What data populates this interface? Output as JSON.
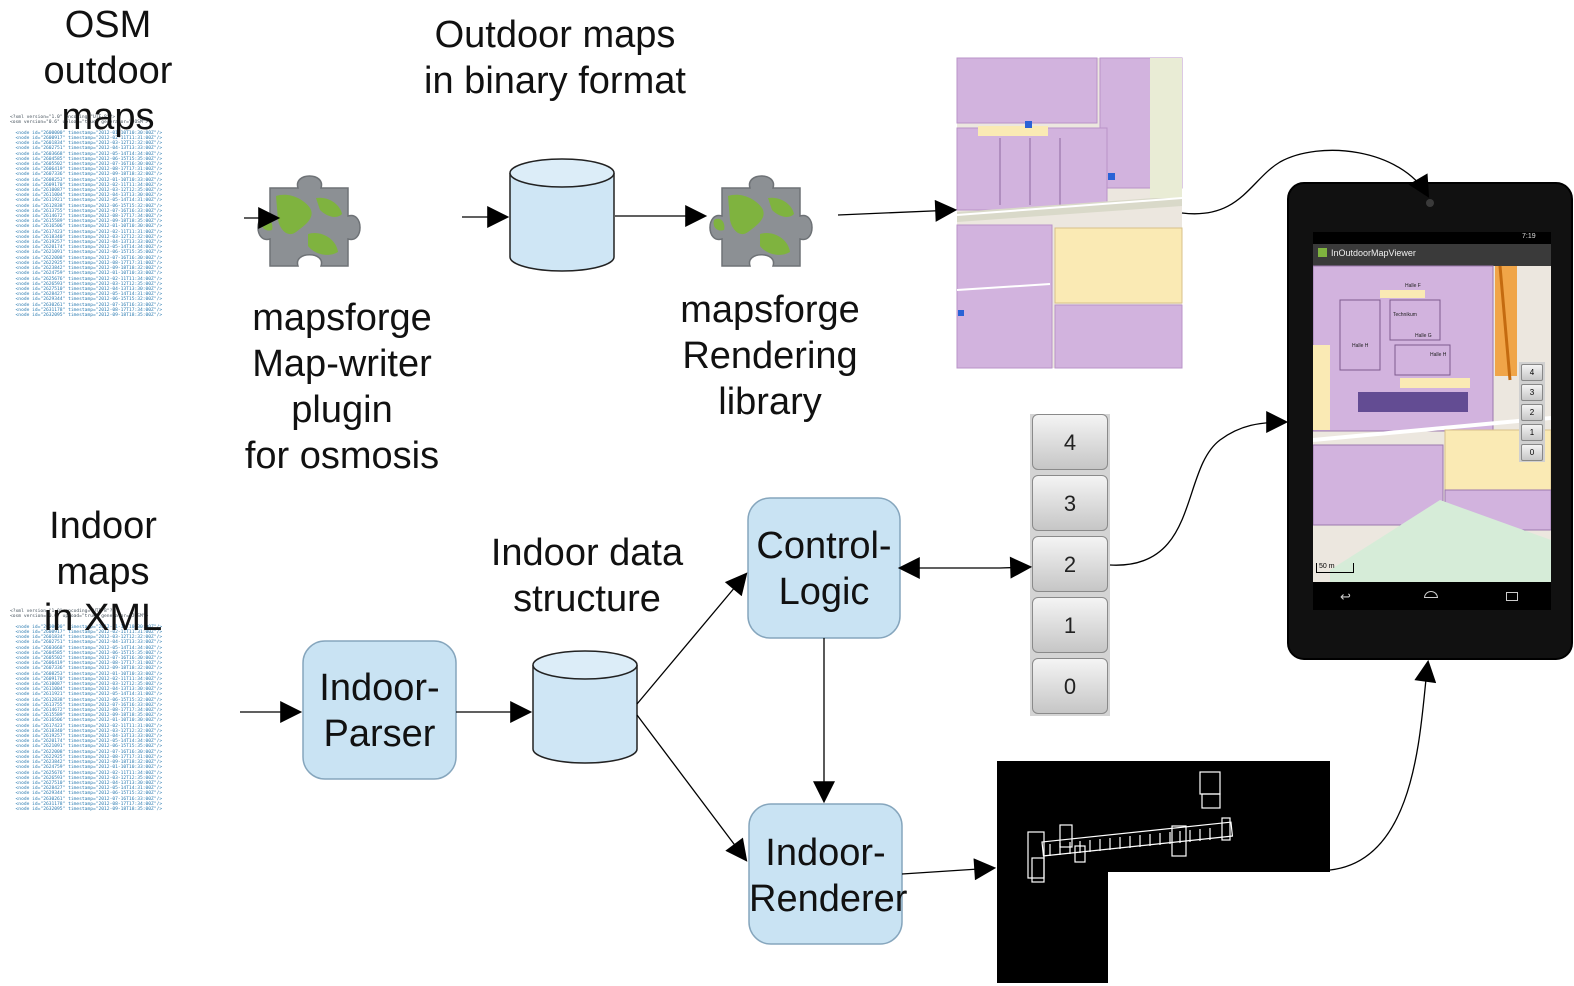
{
  "labels": {
    "osm_outdoor": [
      "OSM outdoor",
      "maps"
    ],
    "outdoor_binary": [
      "Outdoor maps",
      "in binary format"
    ],
    "mapwriter": [
      "mapsforge",
      "Map-writer plugin",
      "for osmosis"
    ],
    "rendering": [
      "mapsforge",
      "Rendering library"
    ],
    "indoor_xml": [
      "Indoor maps",
      "in XML"
    ],
    "indoor_data": [
      "Indoor data",
      "structure"
    ]
  },
  "boxes": {
    "indoor_parser": [
      "Indoor-",
      "Parser"
    ],
    "control_logic": [
      "Control-",
      "Logic"
    ],
    "indoor_renderer": [
      "Indoor-",
      "Renderer"
    ]
  },
  "floor_buttons": [
    "4",
    "3",
    "2",
    "1",
    "0"
  ],
  "device": {
    "app_title": "InOutdoorMapViewer",
    "time": "7:19",
    "scale": "50 m",
    "floor_buttons": [
      "4",
      "3",
      "2",
      "1",
      "0"
    ],
    "map_labels": [
      "Halle F",
      "Halle H",
      "Halle G",
      "Technikum",
      "Halle H"
    ]
  },
  "xml_header": [
    "<?xml version=\"1.0\" encoding=\"UTF-8\"?>",
    "<osm version=\"0.6\" upload=\"true\" generator=\"JOSM\">"
  ],
  "colors": {
    "box_fill": "#c9e3f3",
    "box_stroke": "#86a6bd",
    "map_purple": "#d2b3de",
    "map_yellow": "#faeab4"
  }
}
